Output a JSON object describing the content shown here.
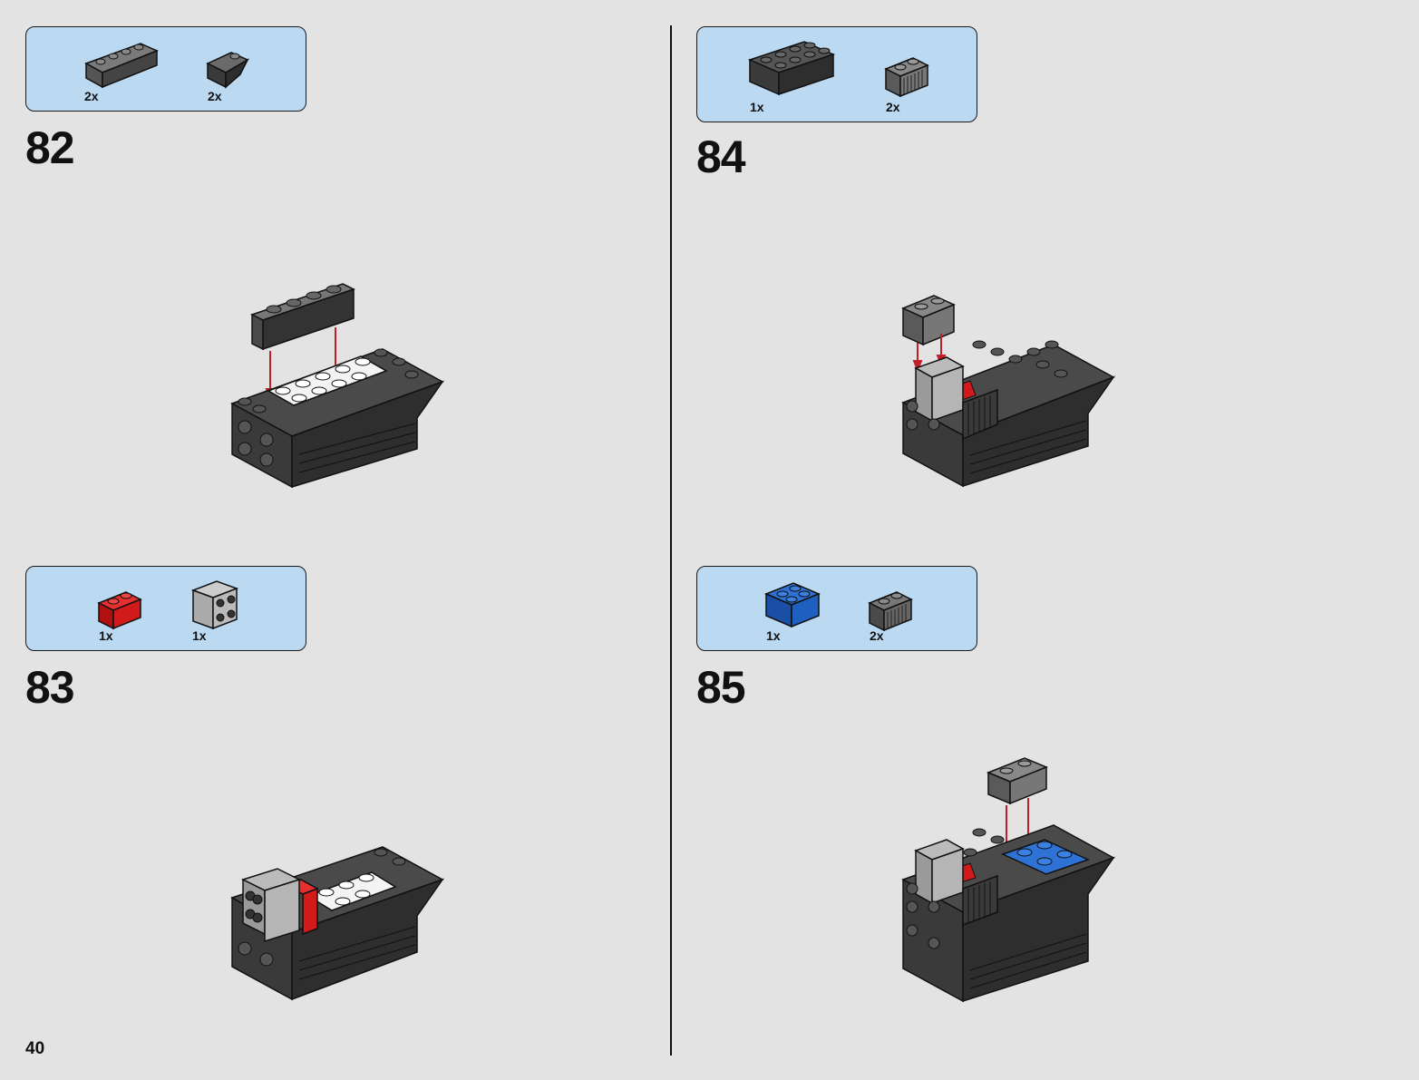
{
  "page_number": "40",
  "colors": {
    "page_bg": "#e3e3e3",
    "parts_bg": "#bcd9f2",
    "brick_dark": "#3a3a3a",
    "brick_mid": "#6e6e6e",
    "brick_light": "#bfbfbf",
    "red": "#d21a1a",
    "blue": "#1f5fbf",
    "arrow": "#c0202a"
  },
  "steps": [
    {
      "number": "82",
      "parts": [
        {
          "qty": "2x",
          "icon": "dark-brick-1x4-icon"
        },
        {
          "qty": "2x",
          "icon": "dark-slope-1x2-icon"
        }
      ]
    },
    {
      "number": "83",
      "parts": [
        {
          "qty": "1x",
          "icon": "red-brick-1x2-icon"
        },
        {
          "qty": "1x",
          "icon": "grey-brick-2x2-side-studs-icon"
        }
      ]
    },
    {
      "number": "84",
      "parts": [
        {
          "qty": "1x",
          "icon": "dark-brick-2x4-icon"
        },
        {
          "qty": "2x",
          "icon": "grey-grille-1x2-icon"
        }
      ]
    },
    {
      "number": "85",
      "parts": [
        {
          "qty": "1x",
          "icon": "blue-brick-2x2-icon"
        },
        {
          "qty": "2x",
          "icon": "grey-grille-1x2-icon"
        }
      ]
    }
  ]
}
